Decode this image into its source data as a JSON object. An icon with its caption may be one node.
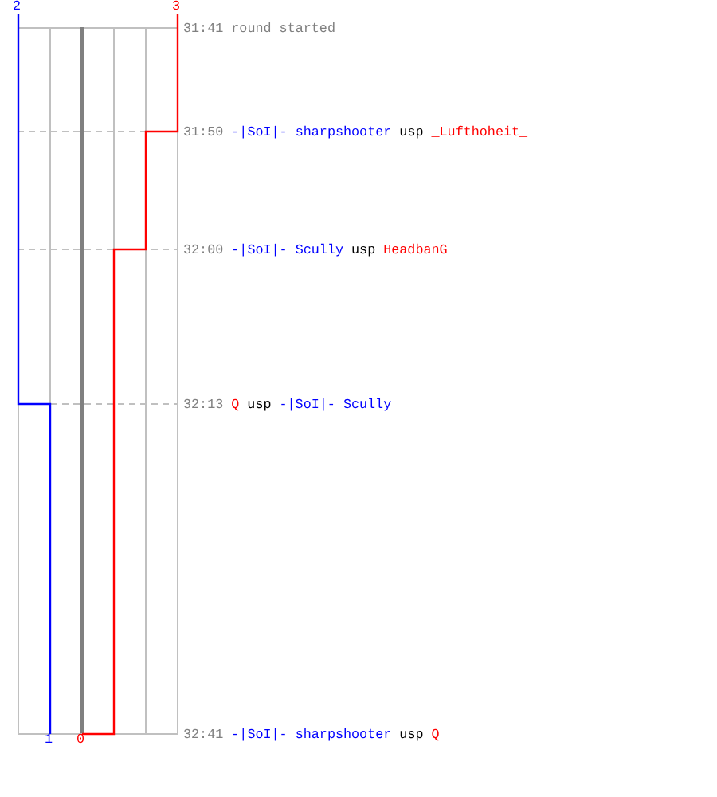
{
  "diagram": {
    "labels": [
      "2",
      "3",
      "31:41",
      "round started",
      "31:50",
      "-|SoI|- sharpshooter",
      "usp",
      "_Lufthoheit_",
      "32:00",
      "-|SoI|- Scully",
      "usp",
      "HeadbanG",
      "32:13",
      "Q",
      "usp",
      "-|SoI|- Scully",
      "32:41",
      "-|SoI|- sharpshooter",
      "usp",
      "Q",
      "1",
      "0"
    ]
  }
}
